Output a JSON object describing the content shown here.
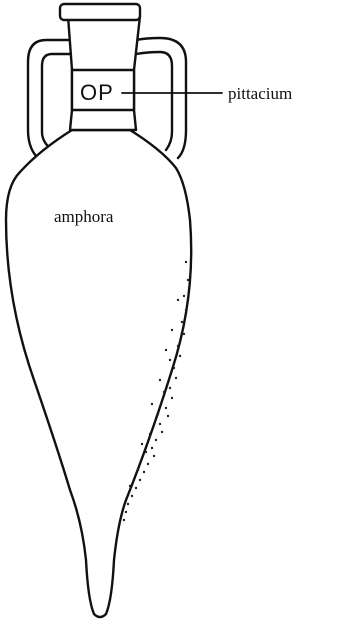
{
  "diagram": {
    "labels": {
      "pittacium": "pittacium",
      "amphora": "amphora"
    },
    "inscription": "OP",
    "colors": {
      "ink": "#111111",
      "background": "#ffffff"
    }
  }
}
